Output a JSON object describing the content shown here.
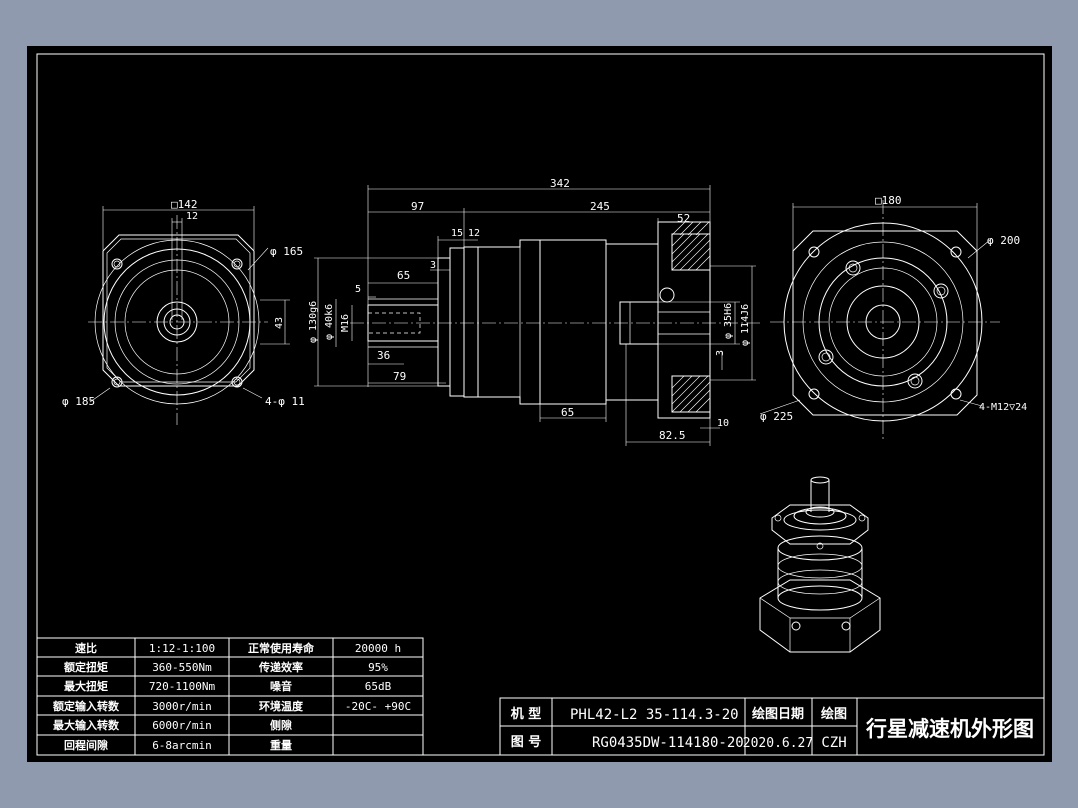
{
  "dimensions": {
    "left_square": "□142",
    "left_12": "12",
    "left_dia165": "φ 165",
    "left_dia185": "φ 185",
    "left_holes": "4-φ 11",
    "left_43": "43",
    "total": "342",
    "d97": "97",
    "d245": "245",
    "d15": "15",
    "d12": "12",
    "d52": "52",
    "d65top": "65",
    "d3": "3",
    "d5": "5",
    "dia130": "φ 130g6",
    "dia40": "φ 40k6",
    "m16": "M16",
    "d36": "36",
    "d79": "79",
    "d65bot": "65",
    "dia35": "φ 35H6",
    "d3b": "3",
    "dia114": "φ 114J6",
    "d825": "82.5",
    "d10": "10",
    "right_square": "□180",
    "right_dia200": "φ 200",
    "right_dia225": "φ 225",
    "right_holes": "4-M12▽24"
  },
  "specs": {
    "rows": [
      {
        "l1": "速比",
        "v1": "1:12-1:100",
        "l2": "正常使用寿命",
        "v2": "20000  h"
      },
      {
        "l1": "额定扭矩",
        "v1": "360-550Nm",
        "l2": "传递效率",
        "v2": "95%"
      },
      {
        "l1": "最大扭矩",
        "v1": "720-1100Nm",
        "l2": "噪音",
        "v2": "65dB"
      },
      {
        "l1": "额定输入转数",
        "v1": "3000r/min",
        "l2": "环境温度",
        "v2": "-20C- +90C"
      },
      {
        "l1": "最大输入转数",
        "v1": "6000r/min",
        "l2": "侧隙",
        "v2": ""
      },
      {
        "l1": "回程间隙",
        "v1": "6-8arcmin",
        "l2": "重量",
        "v2": ""
      }
    ]
  },
  "title_block": {
    "model_label": "机 型",
    "model_value": "PHL42-L2 35-114.3-20",
    "drawing_no_label": "图 号",
    "drawing_no_value": "RG0435DW-114180-20",
    "date_label": "绘图日期",
    "date_value": "2020.6.27",
    "drawer_label": "绘图",
    "drawer_value": "CZH",
    "title": "行星减速机外形图"
  }
}
